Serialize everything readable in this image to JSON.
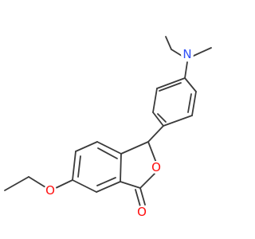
{
  "colors": {
    "bond": "#3a3a3a",
    "oxygen": "#ff0d0d",
    "nitrogen": "#3050f8",
    "background": "#ffffff"
  },
  "atoms": {
    "nitrogen": "N",
    "ring_oxygen": "O",
    "carbonyl_oxygen": "O",
    "ether_oxygen": "O"
  }
}
